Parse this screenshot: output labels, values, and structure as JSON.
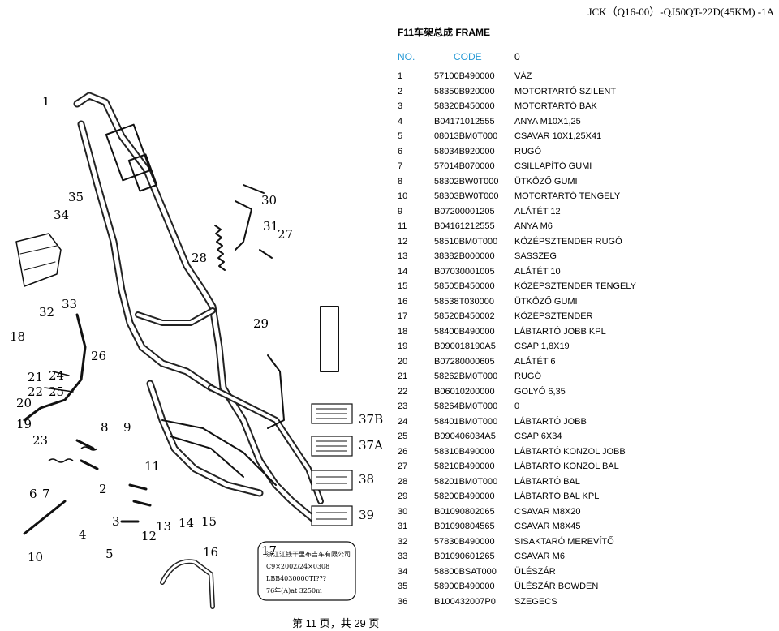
{
  "header": {
    "model": "JCK（Q16-00）-QJ50QT-22D(45KM) -1A"
  },
  "section": {
    "title": "F11车架总成 FRAME"
  },
  "columns": {
    "no": "NO.",
    "code": "CODE",
    "desc": "0"
  },
  "parts": [
    {
      "no": "1",
      "code": "57100B490000",
      "desc": "VÁZ"
    },
    {
      "no": "2",
      "code": "58350B920000",
      "desc": "MOTORTARTÓ SZILENT"
    },
    {
      "no": "3",
      "code": "58320B450000",
      "desc": "MOTORTARTÓ BAK"
    },
    {
      "no": "4",
      "code": "B04171012555",
      "desc": "ANYA M10X1,25"
    },
    {
      "no": "5",
      "code": "08013BM0T000",
      "desc": "CSAVAR 10X1,25X41"
    },
    {
      "no": "6",
      "code": "58034B920000",
      "desc": "RUGÓ"
    },
    {
      "no": "7",
      "code": "57014B070000",
      "desc": "CSILLAPÍTÓ GUMI"
    },
    {
      "no": "8",
      "code": "58302BW0T000",
      "desc": "ÜTKÖZŐ GUMI"
    },
    {
      "no": "10",
      "code": "58303BW0T000",
      "desc": "MOTORTARTÓ TENGELY"
    },
    {
      "no": "9",
      "code": "B07200001205",
      "desc": "ALÁTÉT 12"
    },
    {
      "no": "11",
      "code": "B04161212555",
      "desc": "ANYA M6"
    },
    {
      "no": "12",
      "code": "58510BM0T000",
      "desc": "KÖZÉPSZTENDER RUGÓ"
    },
    {
      "no": "13",
      "code": "38382B000000",
      "desc": "SASSZEG"
    },
    {
      "no": "14",
      "code": "B07030001005",
      "desc": "ALÁTÉT 10"
    },
    {
      "no": "15",
      "code": "58505B450000",
      "desc": "KÖZÉPSZTENDER TENGELY"
    },
    {
      "no": "16",
      "code": "58538T030000",
      "desc": "ÜTKÖZŐ GUMI"
    },
    {
      "no": "17",
      "code": "58520B450002",
      "desc": "KÖZÉPSZTENDER"
    },
    {
      "no": "18",
      "code": "58400B490000",
      "desc": "LÁBTARTÓ JOBB KPL"
    },
    {
      "no": "19",
      "code": "B090018190A5",
      "desc": "CSAP 1,8X19"
    },
    {
      "no": "20",
      "code": "B07280000605",
      "desc": "ALÁTÉT 6"
    },
    {
      "no": "21",
      "code": "58262BM0T000",
      "desc": "RUGÓ"
    },
    {
      "no": "22",
      "code": "B06010200000",
      "desc": "GOLYÓ 6,35"
    },
    {
      "no": "23",
      "code": "58264BM0T000",
      "desc": "0"
    },
    {
      "no": "24",
      "code": "58401BM0T000",
      "desc": "LÁBTARTÓ JOBB"
    },
    {
      "no": "25",
      "code": "B090406034A5",
      "desc": "CSAP 6X34"
    },
    {
      "no": "26",
      "code": "58310B490000",
      "desc": "LÁBTARTÓ KONZOL JOBB"
    },
    {
      "no": "27",
      "code": "58210B490000",
      "desc": "LÁBTARTÓ KONZOL BAL"
    },
    {
      "no": "28",
      "code": "58201BM0T000",
      "desc": "LÁBTARTÓ BAL"
    },
    {
      "no": "29",
      "code": "58200B490000",
      "desc": "LÁBTARTÓ BAL KPL"
    },
    {
      "no": "30",
      "code": "B01090802065",
      "desc": "CSAVAR M8X20"
    },
    {
      "no": "31",
      "code": "B01090804565",
      "desc": "CSAVAR M8X45"
    },
    {
      "no": "32",
      "code": "57830B490000",
      "desc": "SISAKTARÓ MEREVÍTŐ"
    },
    {
      "no": "33",
      "code": "B01090601265",
      "desc": "CSAVAR M6"
    },
    {
      "no": "34",
      "code": "58800BSAT000",
      "desc": "ÜLÉSZÁR"
    },
    {
      "no": "35",
      "code": "58900B490000",
      "desc": "ÜLÉSZÁR BOWDEN"
    },
    {
      "no": "36",
      "code": "B100432007P0",
      "desc": "SZEGECS"
    }
  ],
  "diagram": {
    "callouts": [
      "1",
      "2",
      "3",
      "4",
      "5",
      "6",
      "7",
      "8",
      "9",
      "10",
      "11",
      "12",
      "13",
      "14",
      "15",
      "16",
      "17",
      "18",
      "19",
      "20",
      "21",
      "22",
      "23",
      "24",
      "25",
      "26",
      "27",
      "28",
      "29",
      "30",
      "31",
      "32",
      "33",
      "34",
      "35",
      "37B",
      "37A",
      "38",
      "39"
    ],
    "label_lines": [
      "浙江江钱干里布吉车有限公司",
      "C9×2002/24×0308",
      "LBB4030000TI???",
      "76年(A)at 3250m"
    ]
  },
  "footer": {
    "page": "第 11 页，共 29 页"
  }
}
